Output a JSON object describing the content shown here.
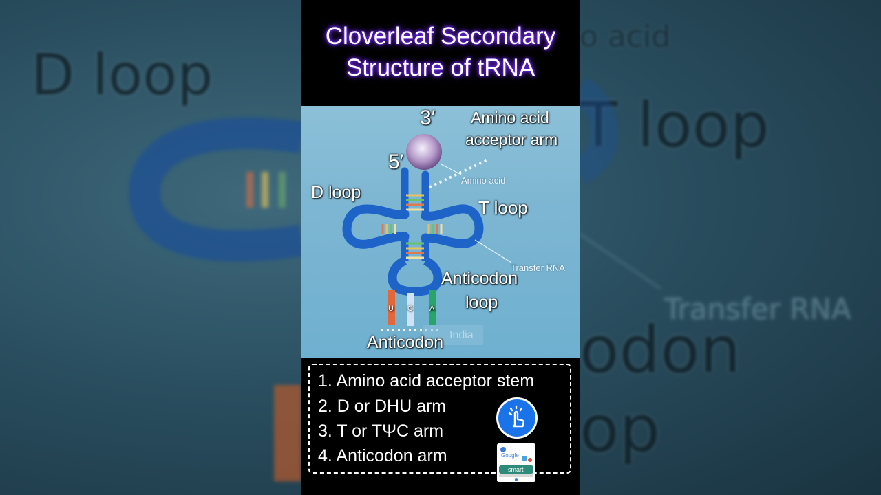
{
  "background": {
    "d_loop": "D loop",
    "amino_acid_partial": "o acid",
    "t_loop_partial": "T loop",
    "transfer_rna": "Transfer RNA",
    "codon_partial": "odon",
    "loop_partial": "op"
  },
  "title": {
    "line1": "Cloverleaf Secondary",
    "line2": "Structure of tRNA"
  },
  "figure": {
    "three_prime": "3′",
    "five_prime": "5′",
    "acceptor_arm_line1": "Amino acid",
    "acceptor_arm_line2": "acceptor arm",
    "amino_acid": "Amino acid",
    "d_loop": "D loop",
    "t_loop": "T loop",
    "transfer_rna": "Transfer RNA",
    "anticodon_loop_line1": "Anticodon",
    "anticodon_loop_line2": "loop",
    "anticodon": "Anticodon",
    "base_u": "U",
    "base_c": "C",
    "base_a": "A",
    "watermark": "India"
  },
  "list": {
    "items": [
      "1. Amino acid acceptor stem",
      "2. D or DHU arm",
      "3. T or TΨC arm",
      "4. Anticodon arm"
    ]
  },
  "logo": {
    "google": "Google",
    "smart": "smart"
  },
  "icons": {
    "tap": "tap-hand-icon",
    "logo": "channel-logo-icon"
  },
  "colors": {
    "title_glow": "#7b2cff",
    "tap_button": "#1a73e8",
    "trna_body": "#1e63c8",
    "base_u": "#e2673a",
    "base_c": "#cfe3f5",
    "base_a": "#2aa56a"
  }
}
